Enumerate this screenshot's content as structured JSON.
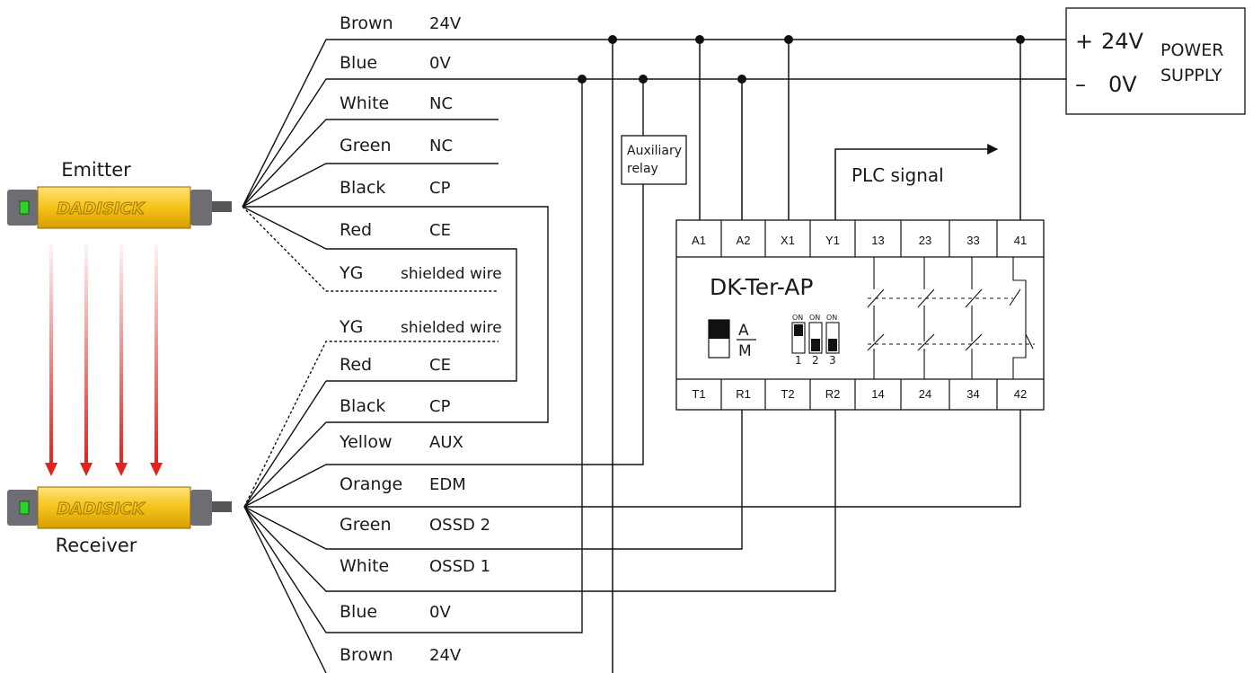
{
  "devices": {
    "emitter_label": "Emitter",
    "receiver_label": "Receiver",
    "brand": "DADISICK"
  },
  "emitter_wires": [
    {
      "color": "Brown",
      "signal": "24V"
    },
    {
      "color": "Blue",
      "signal": "0V"
    },
    {
      "color": "White",
      "signal": "NC"
    },
    {
      "color": "Green",
      "signal": "NC"
    },
    {
      "color": "Black",
      "signal": "CP"
    },
    {
      "color": "Red",
      "signal": "CE"
    },
    {
      "color": "YG",
      "signal": "shielded wire"
    }
  ],
  "receiver_wires": [
    {
      "color": "YG",
      "signal": "shielded wire"
    },
    {
      "color": "Red",
      "signal": "CE"
    },
    {
      "color": "Black",
      "signal": "CP"
    },
    {
      "color": "Yellow",
      "signal": "AUX"
    },
    {
      "color": "Orange",
      "signal": "EDM"
    },
    {
      "color": "Green",
      "signal": "OSSD 2"
    },
    {
      "color": "White",
      "signal": "OSSD 1"
    },
    {
      "color": "Blue",
      "signal": "0V"
    },
    {
      "color": "Brown",
      "signal": "24V"
    }
  ],
  "power_supply": {
    "plus_sign": "+",
    "plus_label": "24V",
    "minus_sign": "–",
    "minus_label": "0V",
    "title_line1": "POWER",
    "title_line2": "SUPPLY"
  },
  "aux_relay": {
    "line1": "Auxiliary",
    "line2": "relay"
  },
  "plc_signal": "PLC signal",
  "module": {
    "name": "DK-Ter-AP",
    "top_terminals": [
      "A1",
      "A2",
      "X1",
      "Y1",
      "13",
      "23",
      "33",
      "41"
    ],
    "bottom_terminals": [
      "T1",
      "R1",
      "T2",
      "R2",
      "14",
      "24",
      "34",
      "42"
    ],
    "mode_a": "A",
    "mode_m": "M",
    "dip_on": "ON",
    "dip_numbers": [
      "1",
      "2",
      "3"
    ]
  },
  "colors": {
    "line": "#111111",
    "device_body": "#f6c21a",
    "device_cap": "#6d6d73",
    "indicator": "#2fd12f",
    "beam": "#e0231f"
  }
}
